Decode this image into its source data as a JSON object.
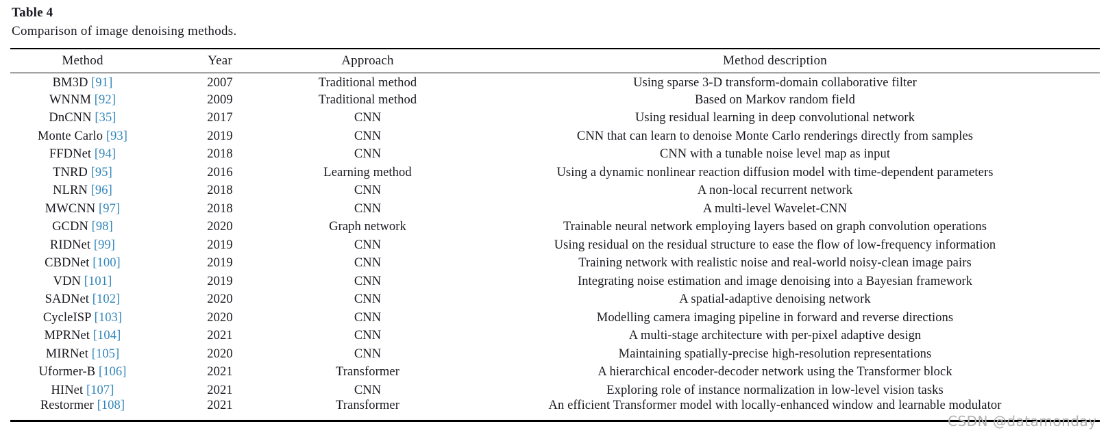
{
  "title": "Table 4",
  "caption": "Comparison of image denoising methods.",
  "watermark": "CSDN @datamonday",
  "colors": {
    "text": "#18181f",
    "citation": "#3185ba",
    "rule": "#000000",
    "watermark": "#b3b1b1"
  },
  "table": {
    "headers": [
      "Method",
      "Year",
      "Approach",
      "Method description"
    ],
    "rows": [
      {
        "method": "BM3D",
        "ref": "[91]",
        "year": "2007",
        "approach": "Traditional method",
        "description": "Using sparse 3-D transform-domain collaborative filter"
      },
      {
        "method": "WNNM",
        "ref": "[92]",
        "year": "2009",
        "approach": "Traditional method",
        "description": "Based on Markov random field"
      },
      {
        "method": "DnCNN",
        "ref": "[35]",
        "year": "2017",
        "approach": "CNN",
        "description": "Using residual learning in deep convolutional network"
      },
      {
        "method": "Monte Carlo",
        "ref": "[93]",
        "year": "2019",
        "approach": "CNN",
        "description": "CNN that can learn to denoise Monte Carlo renderings directly from samples"
      },
      {
        "method": "FFDNet",
        "ref": "[94]",
        "year": "2018",
        "approach": "CNN",
        "description": "CNN with a tunable noise level map as input"
      },
      {
        "method": "TNRD",
        "ref": "[95]",
        "year": "2016",
        "approach": "Learning method",
        "description": "Using a dynamic nonlinear reaction diffusion model with time-dependent parameters"
      },
      {
        "method": "NLRN",
        "ref": "[96]",
        "year": "2018",
        "approach": "CNN",
        "description": "A non-local recurrent network"
      },
      {
        "method": "MWCNN",
        "ref": "[97]",
        "year": "2018",
        "approach": "CNN",
        "description": "A multi-level Wavelet-CNN"
      },
      {
        "method": "GCDN",
        "ref": "[98]",
        "year": "2020",
        "approach": "Graph network",
        "description": "Trainable neural network employing layers based on graph convolution operations"
      },
      {
        "method": "RIDNet",
        "ref": "[99]",
        "year": "2019",
        "approach": "CNN",
        "description": "Using residual on the residual structure to ease the flow of low-frequency information"
      },
      {
        "method": "CBDNet",
        "ref": "[100]",
        "year": "2019",
        "approach": "CNN",
        "description": "Training network with realistic noise and real-world noisy-clean image pairs"
      },
      {
        "method": "VDN",
        "ref": "[101]",
        "year": "2019",
        "approach": "CNN",
        "description": "Integrating noise estimation and image denoising into a Bayesian framework"
      },
      {
        "method": "SADNet",
        "ref": "[102]",
        "year": "2020",
        "approach": "CNN",
        "description": "A spatial-adaptive denoising network"
      },
      {
        "method": "CycleISP",
        "ref": "[103]",
        "year": "2020",
        "approach": "CNN",
        "description": "Modelling camera imaging pipeline in forward and reverse directions"
      },
      {
        "method": "MPRNet",
        "ref": "[104]",
        "year": "2021",
        "approach": "CNN",
        "description": "A multi-stage architecture with per-pixel adaptive design"
      },
      {
        "method": "MIRNet",
        "ref": "[105]",
        "year": "2020",
        "approach": "CNN",
        "description": "Maintaining spatially-precise high-resolution representations"
      },
      {
        "method": "Uformer-B",
        "ref": "[106]",
        "year": "2021",
        "approach": "Transformer",
        "description": "A hierarchical encoder-decoder network using the Transformer block"
      },
      {
        "method": "HINet",
        "ref": "[107]",
        "year": "2021",
        "approach": "CNN",
        "description": "Exploring role of instance normalization in low-level vision tasks"
      },
      {
        "method": "Restormer",
        "ref": "[108]",
        "year": "2021",
        "approach": "Transformer",
        "description": "An efficient Transformer model with locally-enhanced window and learnable modulator"
      }
    ]
  }
}
